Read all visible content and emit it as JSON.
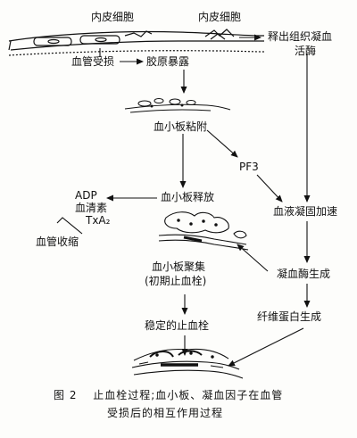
{
  "labels": {
    "endothelial_cell_1": "内皮细胞",
    "endothelial_cell_2": "内皮细胞",
    "release_tissue_coagulase_1": "释出组织凝血",
    "release_tissue_coagulase_2": "活酶",
    "vessel_injury": "血管受损",
    "collagen_exposure": "胶原暴露",
    "platelet_adhesion": "血小板粘附",
    "pf3": "PF3",
    "adp": "ADP",
    "serotonin": "血清素",
    "txa2": "TxA₂",
    "platelet_release": "血小板释放",
    "coagulation_accel": "血液凝固加速",
    "vasoconstriction": "血管收缩",
    "platelet_aggregation": "血小板聚集",
    "initial_plug": "(初期止血栓)",
    "thrombin_generation": "凝血酶生成",
    "stable_plug": "稳定的止血栓",
    "fibrin_generation": "纤维蛋白生成"
  },
  "caption": {
    "line1": "图 2　 止血栓过程;血小板、凝血因子在血管",
    "line2": "受损后的相互作用过程"
  }
}
